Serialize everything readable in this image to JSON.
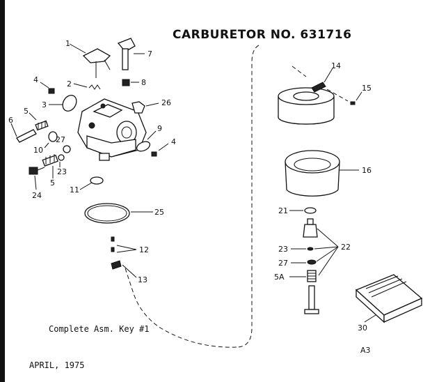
{
  "title": "CARBURETOR NO. 631716",
  "caption": "Complete Asm. Key #1",
  "date": "APRIL, 1975",
  "page_ref": "A3",
  "callouts": {
    "c1": "1",
    "c7": "7",
    "c2": "2",
    "c8": "8",
    "c4a": "4",
    "c3": "3",
    "c26": "26",
    "c5a": "5",
    "c6": "6",
    "c9": "9",
    "c10": "10",
    "c27a": "27",
    "c4b": "4",
    "c23a": "23",
    "c24": "24",
    "c5b": "5",
    "c11": "11",
    "c25": "25",
    "c12": "12",
    "c13": "13",
    "c14": "14",
    "c15": "15",
    "c16": "16",
    "c21": "21",
    "c22": "22",
    "c23b": "23",
    "c27b": "27",
    "c5A": "5A",
    "c30": "30"
  }
}
